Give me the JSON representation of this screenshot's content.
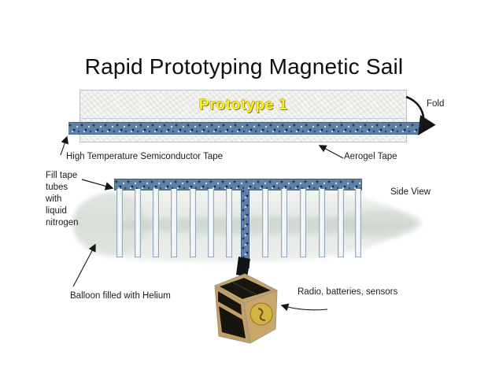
{
  "slide": {
    "title": "Rapid Prototyping Magnetic Sail",
    "prototype": {
      "label": "Prototype 1"
    },
    "annotations": {
      "fold": "Fold",
      "hts_tape": "High Temperature Semiconductor Tape",
      "aerogel_tape": "Aerogel Tape",
      "fill_tubes": "Fill tape\ntubes\nwith\nliquid\nnitrogen",
      "side_view": "Side View",
      "balloon": "Balloon filled with Helium",
      "payload": "Radio, batteries, sensors"
    },
    "colors": {
      "background": "#ffffff",
      "tape_blue": "#6080a6",
      "prototype_text_yellow": "#f8f024",
      "title_text": "#0e0e0e",
      "cubesat_gold": "#c9a266"
    }
  }
}
